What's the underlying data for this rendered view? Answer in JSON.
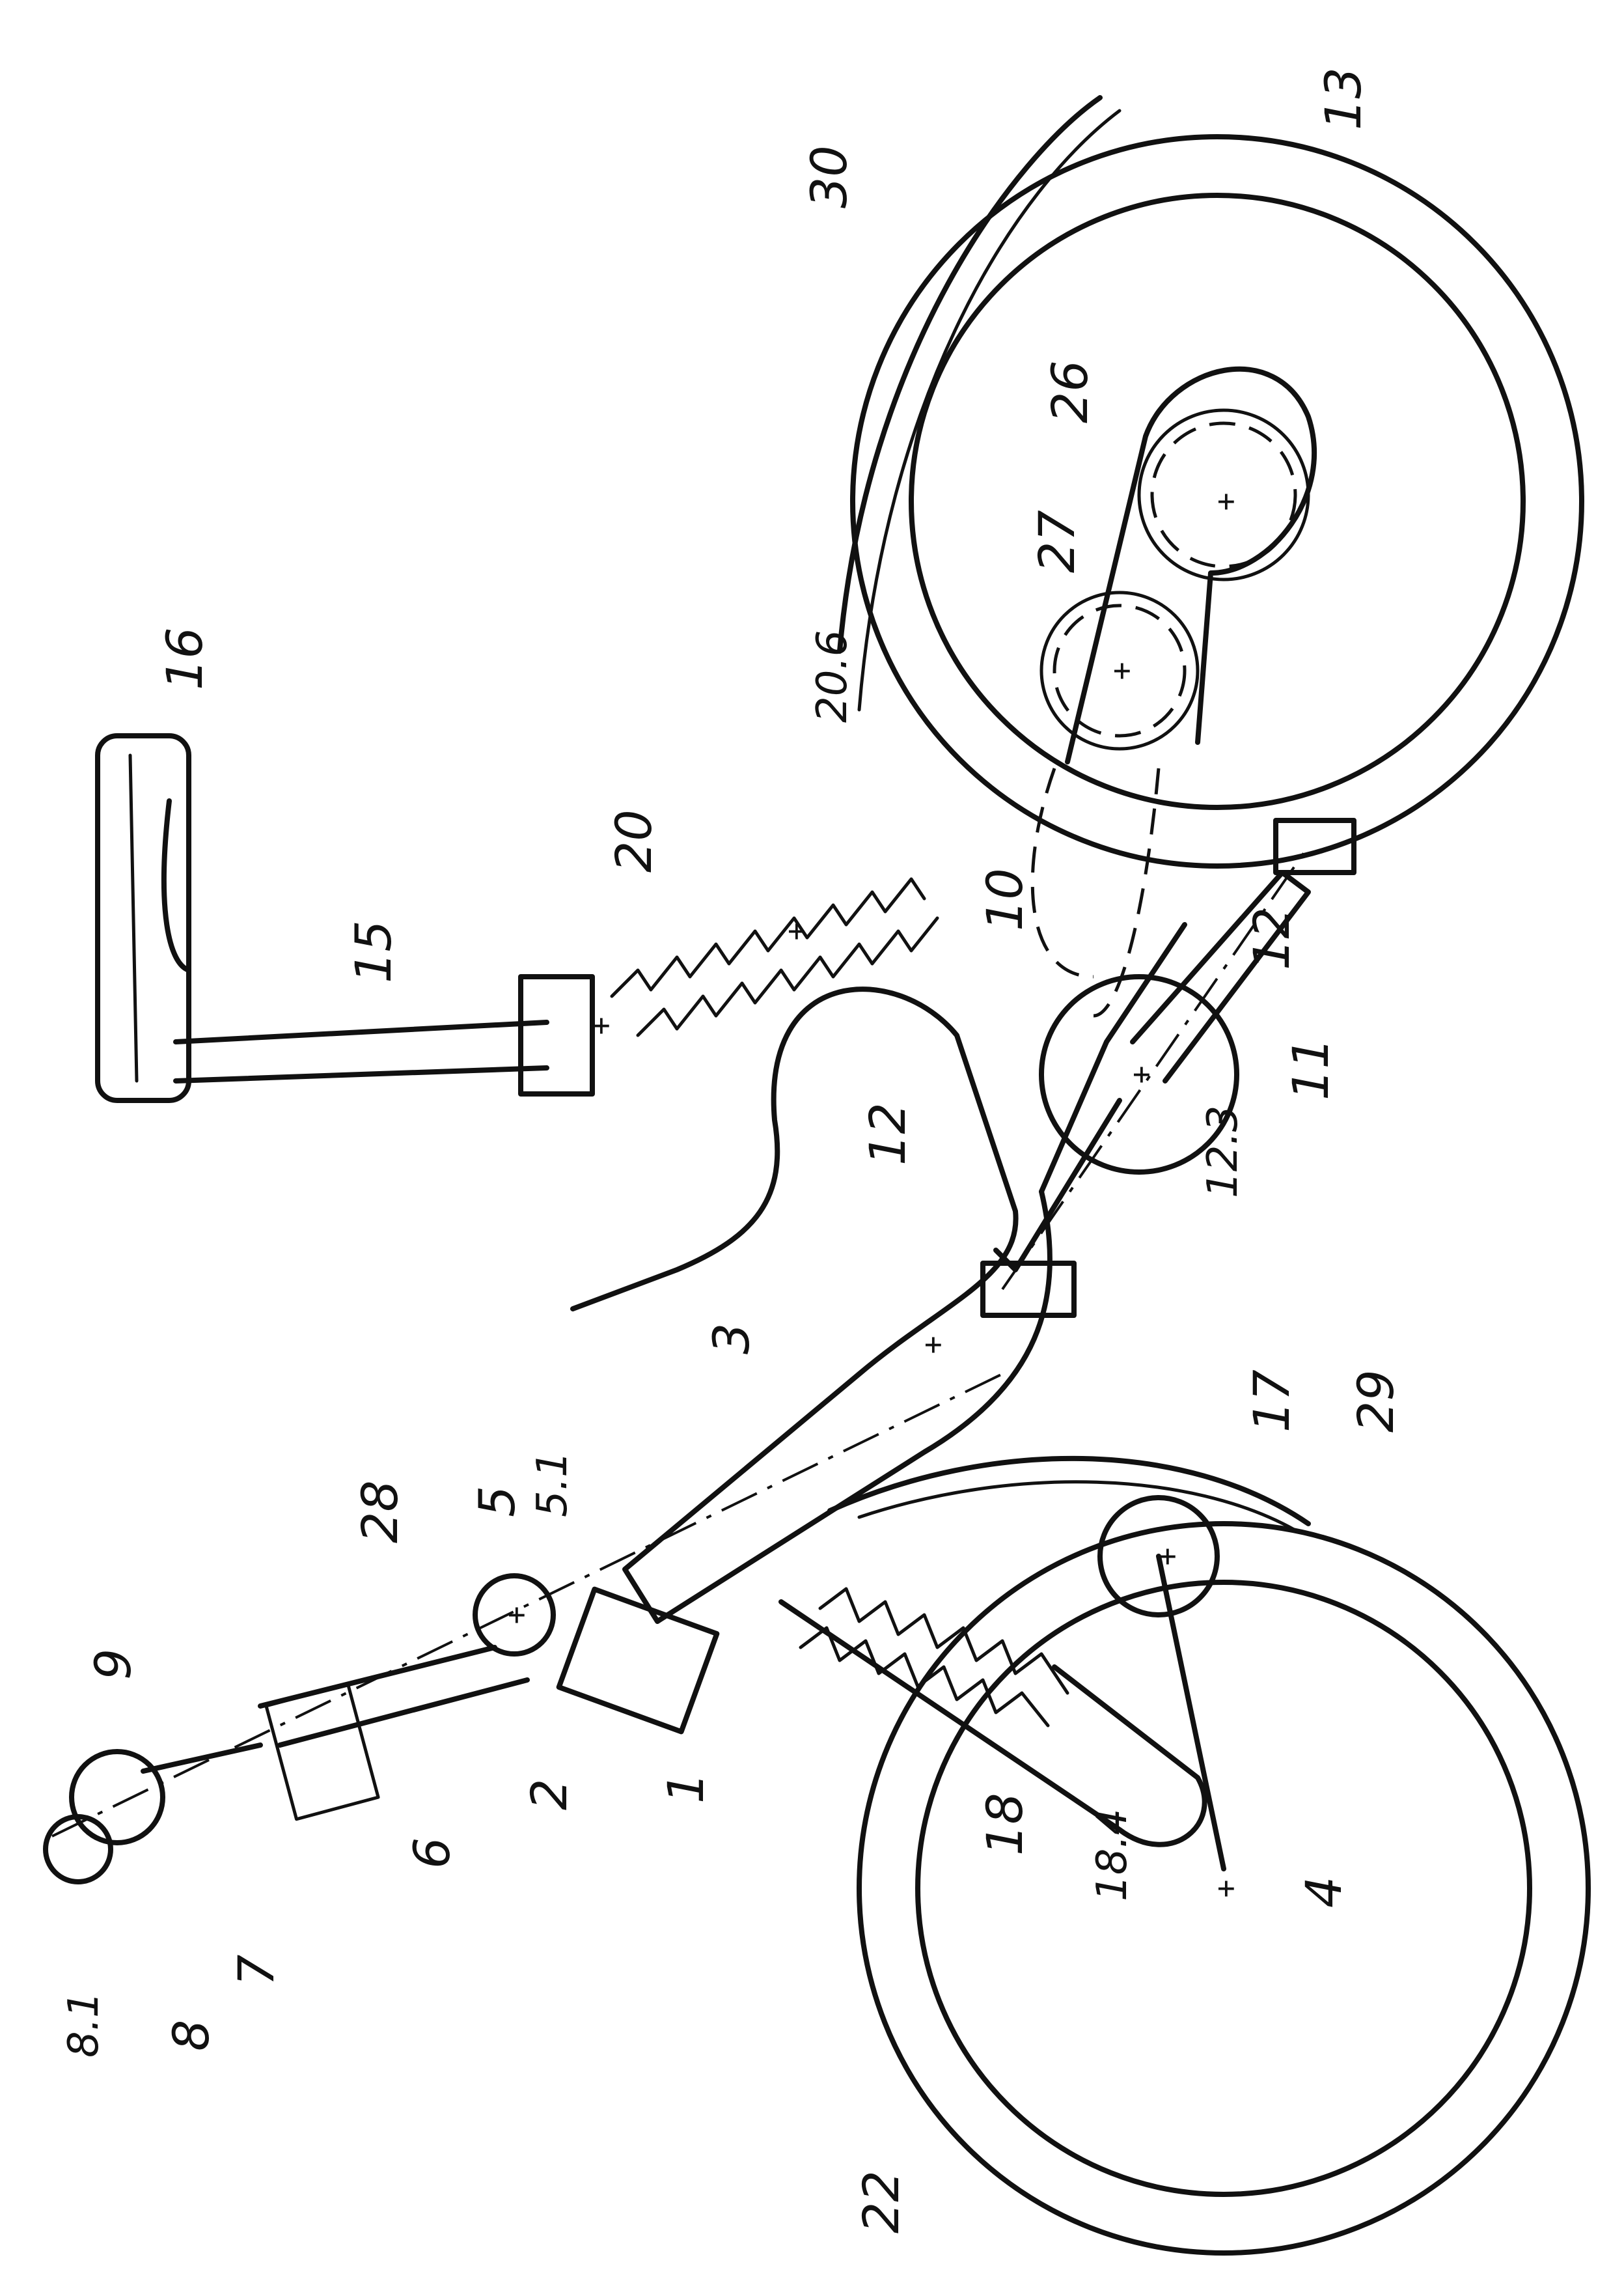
{
  "figure": {
    "reference_labels": {
      "l1": "1",
      "l2": "2",
      "l3": "3",
      "l4": "4",
      "l5": "5",
      "l5_1": "5.1",
      "l6": "6",
      "l7": "7",
      "l8": "8",
      "l8_1": "8.1",
      "l9": "9",
      "l10": "10",
      "l11": "11",
      "l12_top": "12",
      "l12_bottom": "12",
      "l12_3": "12.3",
      "l13": "13",
      "l15": "15",
      "l16": "16",
      "l17": "17",
      "l18": "18",
      "l18_4": "18.4",
      "l20": "20",
      "l20_6": "20.6",
      "l22": "22",
      "l26": "26",
      "l27": "27",
      "l28": "28",
      "l29": "29",
      "l30": "30"
    },
    "pivot_symbol": "+"
  }
}
